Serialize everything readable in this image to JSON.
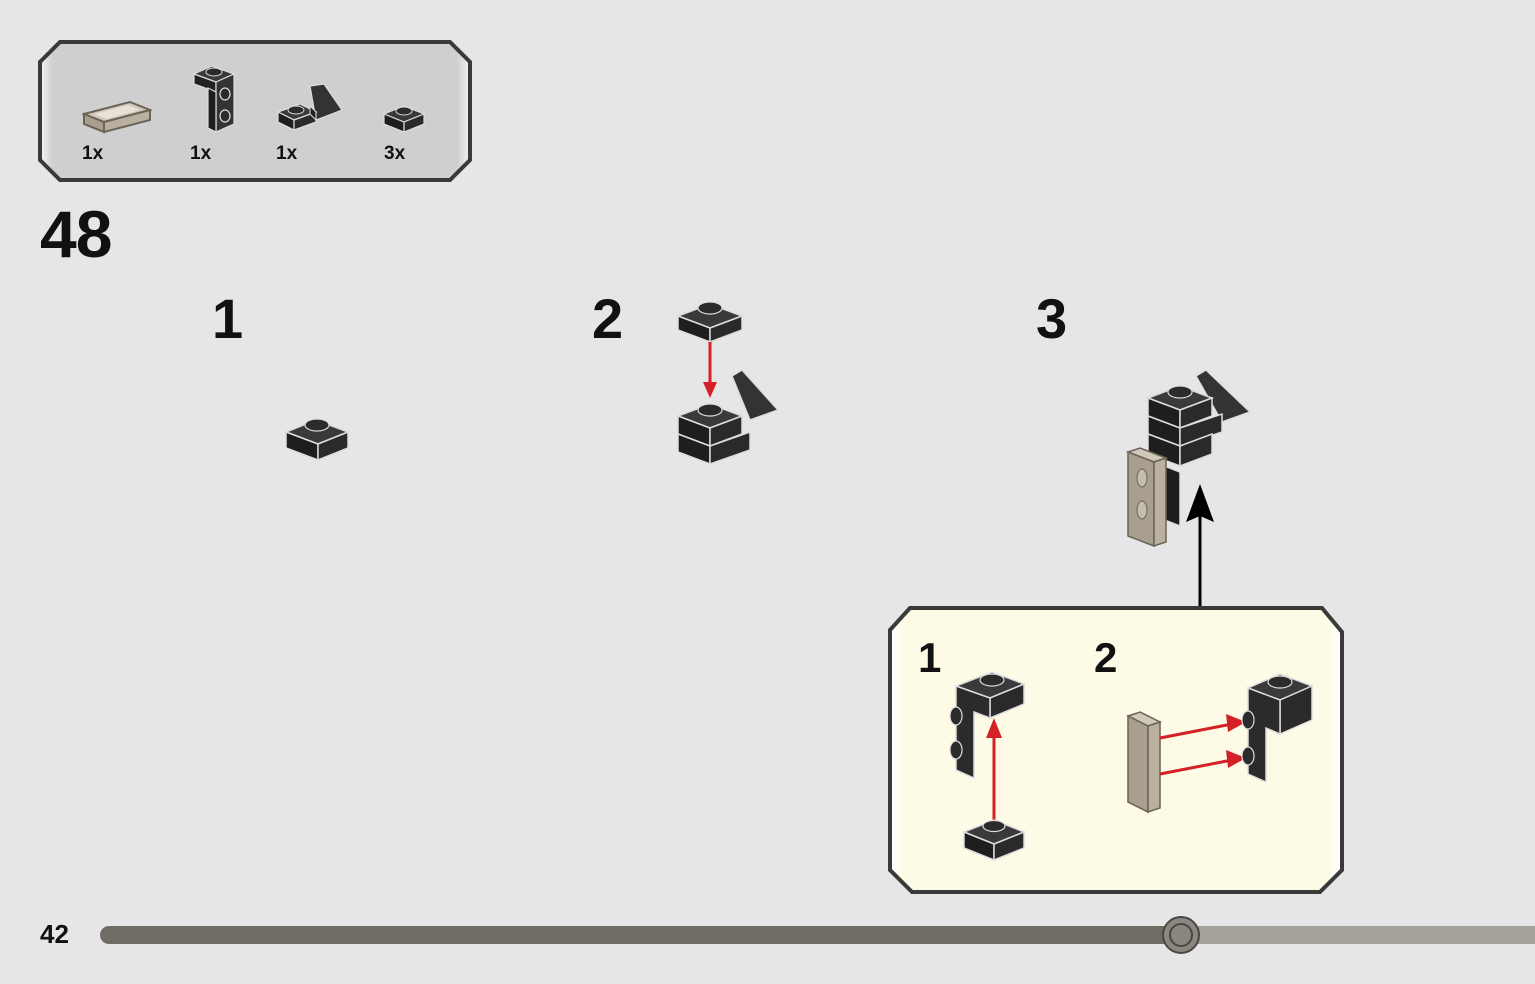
{
  "parts_list": {
    "items": [
      {
        "quantity": "1x",
        "part": "trans-clear-tile-1x2-icon"
      },
      {
        "quantity": "1x",
        "part": "bracket-1x2-black-icon"
      },
      {
        "quantity": "1x",
        "part": "wedge-bracket-black-icon"
      },
      {
        "quantity": "3x",
        "part": "plate-1x1-black-icon"
      }
    ]
  },
  "step": {
    "number": "48",
    "substeps": [
      {
        "label": "1"
      },
      {
        "label": "2"
      },
      {
        "label": "3"
      }
    ]
  },
  "callout": {
    "substeps": [
      {
        "label": "1"
      },
      {
        "label": "2"
      }
    ]
  },
  "footer": {
    "page_number": "42",
    "progress_fraction": 0.753
  },
  "colors": {
    "page_background": "#e6e6e6",
    "parts_box_fill": "#dcdcdc",
    "callout_fill": "#fdfbe6",
    "brick_black": "#2b2b2b",
    "arrow_red": "#d42027",
    "arrow_black": "#000000",
    "progress_dark": "#6f6b65",
    "progress_light": "#a5a29c"
  }
}
